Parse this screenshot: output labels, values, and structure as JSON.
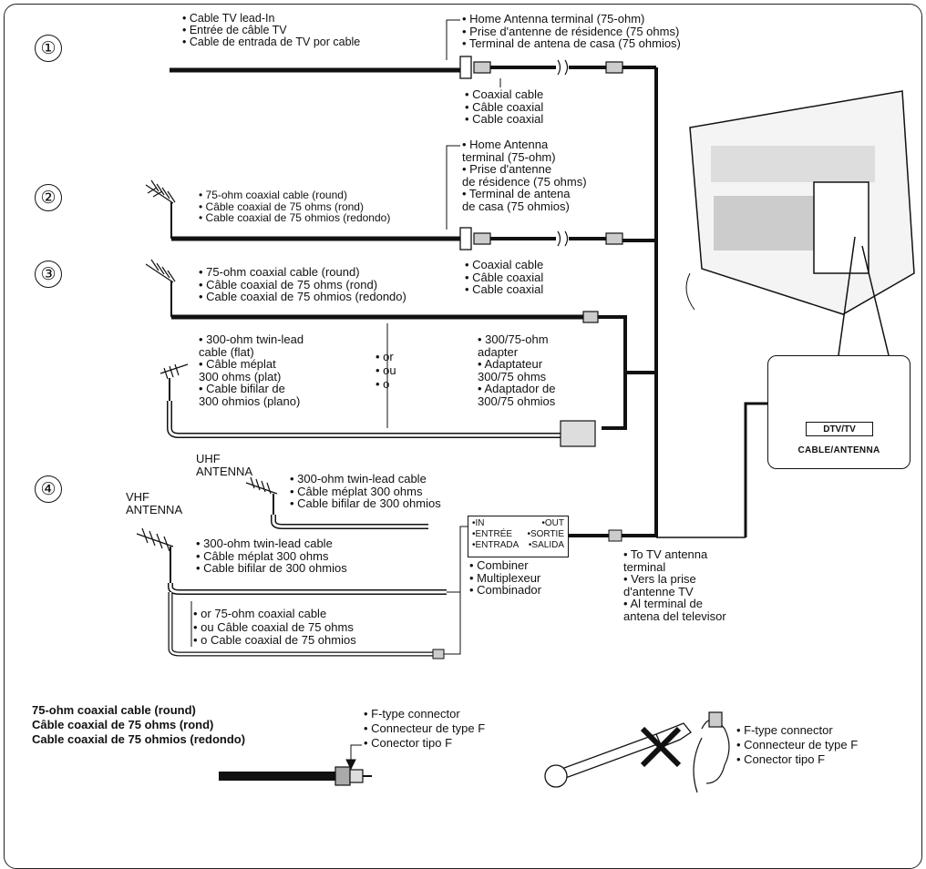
{
  "steps": [
    "①",
    "②",
    "③",
    "④"
  ],
  "step1": {
    "lead_in": [
      "• Cable TV lead-In",
      "• Entrée de câble TV",
      "• Cable de entrada de TV por cable"
    ],
    "home_antenna": [
      "• Home Antenna terminal (75-ohm)",
      "• Prise d'antenne de résidence (75 ohms)",
      "• Terminal de antena de casa (75 ohmios)"
    ],
    "coaxial": [
      "• Coaxial cable",
      "• Câble coaxial",
      "• Cable coaxial"
    ]
  },
  "step2": {
    "home_antenna": [
      "• Home Antenna",
      "   terminal (75-ohm)",
      "• Prise d'antenne",
      "   de résidence (75 ohms)",
      "• Terminal de antena",
      "   de casa (75 ohmios)"
    ],
    "round_cable": [
      "• 75-ohm coaxial cable (round)",
      "• Câble coaxial de 75 ohms (rond)",
      "• Cable coaxial de 75 ohmios (redondo)"
    ],
    "coaxial": [
      "• Coaxial cable",
      "• Câble coaxial",
      "• Cable coaxial"
    ]
  },
  "step3": {
    "round_cable": [
      "• 75-ohm coaxial cable (round)",
      "• Câble coaxial de 75 ohms (rond)",
      "• Cable coaxial de 75 ohmios (redondo)"
    ],
    "twin_lead": [
      "• 300-ohm twin-lead",
      "   cable (flat)",
      "• Câble méplat",
      "   300 ohms (plat)",
      "• Cable bifilar de",
      "   300 ohmios (plano)"
    ],
    "or": [
      "• or",
      "• ou",
      "• o"
    ],
    "adapter": [
      "• 300/75-ohm",
      "   adapter",
      "• Adaptateur",
      "   300/75 ohms",
      "• Adaptador de",
      "   300/75 ohmios"
    ]
  },
  "step4": {
    "uhf": [
      "UHF",
      "ANTENNA"
    ],
    "vhf": [
      "VHF",
      "ANTENNA"
    ],
    "uhf_cable": [
      "• 300-ohm twin-lead cable",
      "• Câble méplat 300 ohms",
      "• Cable bifilar de 300 ohmios"
    ],
    "vhf_cable": [
      "• 300-ohm twin-lead cable",
      "• Câble méplat 300 ohms",
      "• Cable bifilar de 300 ohmios"
    ],
    "or_coax": [
      "• or 75-ohm coaxial cable",
      "• ou Câble coaxial de 75 ohms",
      "• o Cable coaxial de 75 ohmios"
    ],
    "combiner_box": {
      "in": "•IN",
      "out": "•OUT",
      "entree": "•ENTRÉE",
      "sortie": "•SORTIE",
      "entrada": "•ENTRADA",
      "salida": "•SALIDA"
    },
    "combiner": [
      "• Combiner",
      "• Multiplexeur",
      "• Combinador"
    ],
    "to_tv": [
      "• To TV antenna",
      "   terminal",
      "• Vers la prise",
      "   d'antenne TV",
      "• Al terminal de",
      "   antena del televisor"
    ]
  },
  "terminal_box": {
    "dtv": "DTV/TV",
    "label": "CABLE/ANTENNA"
  },
  "bottom": {
    "title": [
      "75-ohm coaxial cable (round)",
      "Câble coaxial de 75 ohms (rond)",
      "Cable coaxial de 75 ohmios (redondo)"
    ],
    "ftype1": [
      "• F-type connector",
      "• Connecteur de type F",
      "• Conector tipo F"
    ],
    "ftype2": [
      "• F-type connector",
      "• Connecteur de type F",
      "• Conector tipo F"
    ]
  }
}
